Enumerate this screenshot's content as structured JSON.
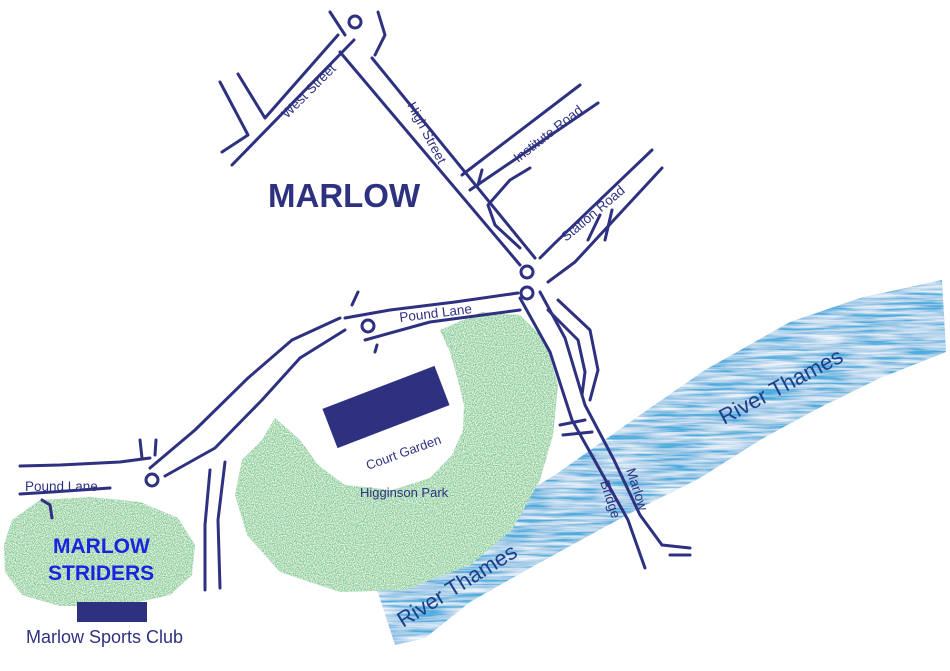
{
  "map": {
    "town_name": "MARLOW",
    "streets": {
      "west_street": "West Street",
      "high_street": "High Street",
      "institute_road": "Institute Road",
      "station_road": "Station Road",
      "pound_lane_top": "Pound Lane",
      "pound_lane_left": "Pound Lane",
      "bridge_line1": "Marlow",
      "bridge_line2": "Bridge"
    },
    "landmarks": {
      "court_garden": "Court Garden",
      "higginson_park": "Higginson Park",
      "sports_club": "Marlow Sports Club",
      "striders_line1": "MARLOW",
      "striders_line2": "STRIDERS"
    },
    "river": {
      "label_upper": "River Thames",
      "label_lower": "River Thames"
    },
    "colors": {
      "road": "#2e3180",
      "park": "#7dca8d",
      "river": "#3aa7dc",
      "building": "#2e3180",
      "striders_text": "#1a23e0"
    }
  }
}
